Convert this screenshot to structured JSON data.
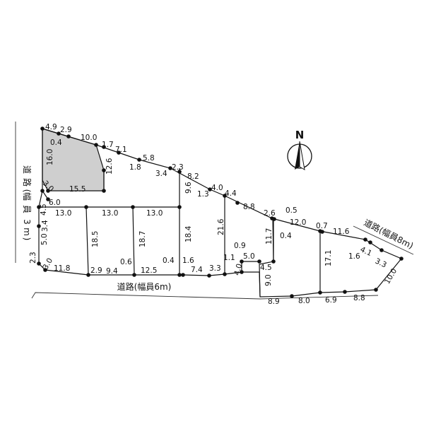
{
  "compass": {
    "label": "N"
  },
  "roads": {
    "left": {
      "chars": [
        "道",
        "路",
        "(",
        "幅",
        "員",
        "3",
        "m",
        ")"
      ]
    },
    "bottom": "道路(幅員6m)",
    "right": "道路(幅員8m)"
  },
  "dimensions": [
    "4.9",
    "2.9",
    "10.0",
    "1.7",
    "7.1",
    "5.8",
    "1.8",
    "3.4",
    "2.3",
    "8.2",
    "9.6",
    "1.3",
    "4.0",
    "4.4",
    "8.8",
    "2.6",
    "0.5",
    "12.0",
    "0.4",
    "0.7",
    "11.6",
    "1.6",
    "4.1",
    "3.3",
    "10.0",
    "0.4",
    "16.0",
    "12.6",
    "3.0",
    "15.5",
    "6.0",
    "4.5",
    "13.0",
    "13.0",
    "13.0",
    "5.0",
    "3.4",
    "18.5",
    "18.7",
    "18.4",
    "21.6",
    "11.7",
    "0.9",
    "1.1",
    "5.0",
    "4.0",
    "4.5",
    "17.1",
    "2.3",
    "3.0",
    "11.8",
    "2.9",
    "9.4",
    "0.6",
    "12.5",
    "0.4",
    "1.6",
    "7.4",
    "3.3",
    "9.0",
    "8.9",
    "8.0",
    "6.9",
    "8.8"
  ]
}
